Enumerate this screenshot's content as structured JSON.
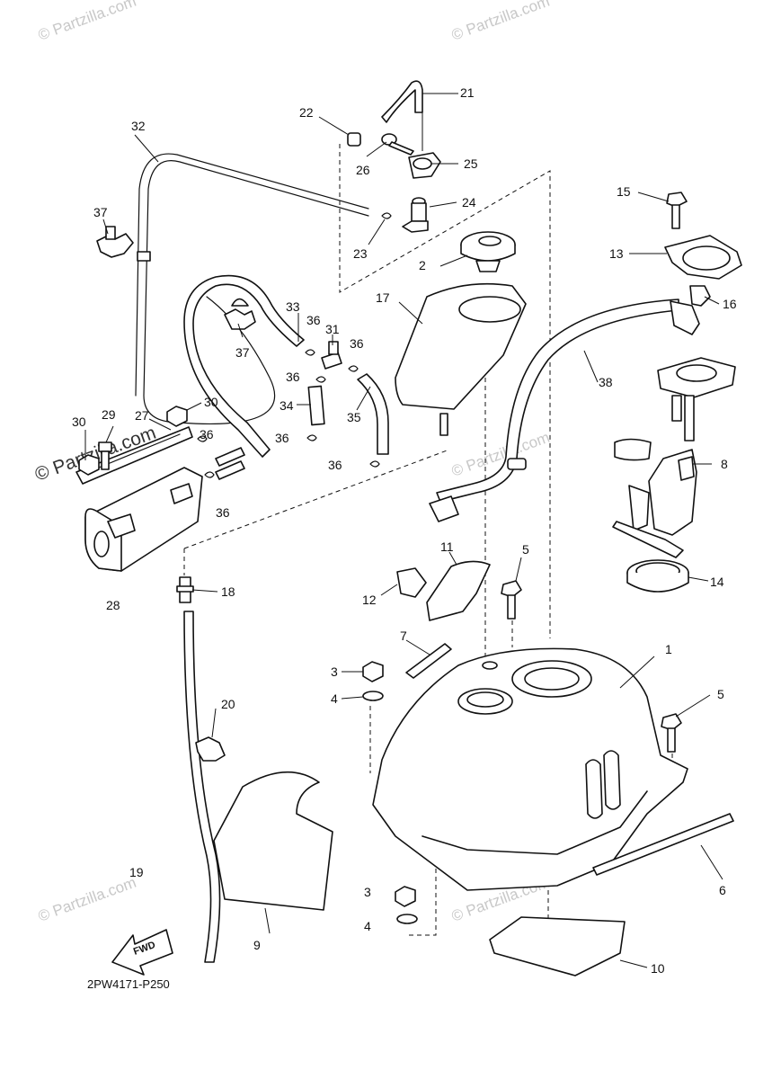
{
  "diagram": {
    "code": "2PW4171-P250",
    "fwd_label": "FWD",
    "watermark": "© Partzilla.com",
    "watermark_main": "© Partzilla.com",
    "callouts": {
      "c1": "1",
      "c2": "2",
      "c3a": "3",
      "c3b": "3",
      "c4a": "4",
      "c4b": "4",
      "c5a": "5",
      "c5b": "5",
      "c6": "6",
      "c7": "7",
      "c8": "8",
      "c9": "9",
      "c10": "10",
      "c11": "11",
      "c12": "12",
      "c13": "13",
      "c14": "14",
      "c15": "15",
      "c16": "16",
      "c17": "17",
      "c18": "18",
      "c19": "19",
      "c20": "20",
      "c21": "21",
      "c22": "22",
      "c23": "23",
      "c24": "24",
      "c25": "25",
      "c26": "26",
      "c27": "27",
      "c28": "28",
      "c29": "29",
      "c30a": "30",
      "c30b": "30",
      "c31": "31",
      "c32": "32",
      "c33": "33",
      "c34": "34",
      "c35": "35",
      "c36a": "36",
      "c36b": "36",
      "c36c": "36",
      "c36d": "36",
      "c36e": "36",
      "c36f": "36",
      "c36g": "36",
      "c37a": "37",
      "c37b": "37",
      "c38": "38"
    }
  }
}
